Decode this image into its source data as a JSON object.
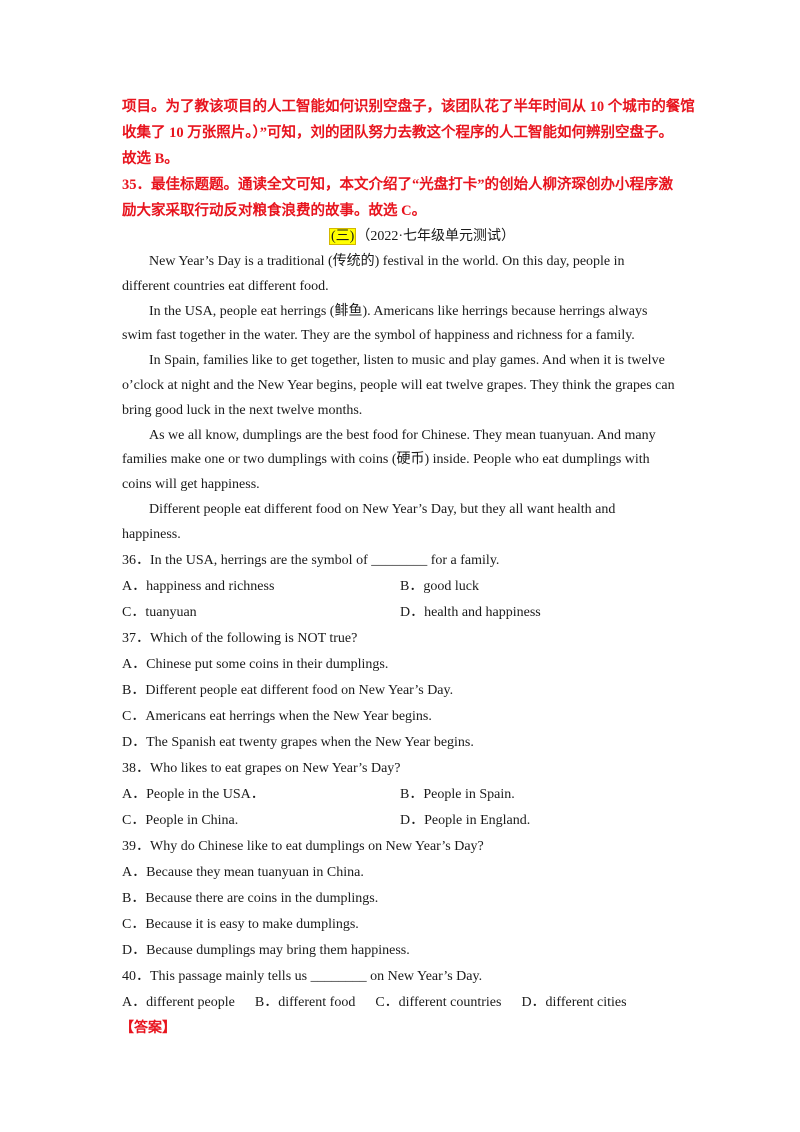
{
  "explanation": {
    "lines": [
      "项目。为了教该项目的人工智能如何识别空盘子，该团队花了半年时间从 10 个城市的餐馆",
      "收集了 10 万张照片。）”可知，刘的团队努力去教这个程序的人工智能如何辨别空盘子。",
      "故选 B。",
      "35．最佳标题题。通读全文可知，本文介绍了“光盘打卡”的创始人柳济琛创办小程序激",
      "励大家采取行动反对粮食浪费的故事。故选 C。"
    ]
  },
  "section": {
    "number": "(三)",
    "source": "（2022·七年级单元测试）"
  },
  "passage": {
    "paragraphs": [
      [
        "New Year’s Day is a traditional (传统的) festival in the world. On this day, people in",
        "different countries eat different food."
      ],
      [
        "In the USA, people eat herrings (鲱鱼). Americans like herrings because herrings always",
        "swim fast together in the water. They are the symbol of happiness and richness for a family."
      ],
      [
        "In Spain, families like to get together, listen to music and play games. And when it is twelve",
        "o’clock at night and the New Year begins, people will eat twelve grapes. They think the grapes can",
        "bring good luck in the next twelve months."
      ],
      [
        "As we all know, dumplings are the best food for Chinese. They mean tuanyuan. And many",
        "families make one or two dumplings with coins (硬币) inside. People who eat dumplings with",
        "coins will get happiness."
      ],
      [
        "Different people eat different food on New Year’s Day, but they all want health and",
        "happiness."
      ]
    ]
  },
  "questions": {
    "q36": {
      "stem": "36．In the USA, herrings are the symbol of ________ for a family.",
      "A": "A．happiness and richness",
      "B": "B．good luck",
      "C": "C．tuanyuan",
      "D": "D．health and happiness"
    },
    "q37": {
      "stem": "37．Which of the following is NOT true?",
      "A": "A．Chinese put some coins in their dumplings.",
      "B": "B．Different people eat different food on New Year’s Day.",
      "C": "C．Americans eat herrings when the New Year begins.",
      "D": "D．The Spanish eat twenty grapes when the New Year begins."
    },
    "q38": {
      "stem": "38．Who likes to eat grapes on New Year’s Day?",
      "A": "A．People in the USA．",
      "B": "B．People in Spain.",
      "C": "C．People in China.",
      "D": "D．People in England."
    },
    "q39": {
      "stem": "39．Why do Chinese like to eat dumplings on New Year’s Day?",
      "A": "A．Because they mean tuanyuan in China.",
      "B": "B．Because there are coins in the dumplings.",
      "C": "C．Because it is easy to make dumplings.",
      "D": "D．Because dumplings may bring them happiness."
    },
    "q40": {
      "stem": "40．This passage mainly tells us ________ on New Year’s Day.",
      "A": "A．different people",
      "B": "B．different food",
      "C": "C．different countries",
      "D": "D．different cities"
    }
  },
  "answer_label": "【答案】",
  "colors": {
    "explanation_text": "#e8141e",
    "highlight": "#ffff00",
    "body_text": "#1a1a1a"
  }
}
